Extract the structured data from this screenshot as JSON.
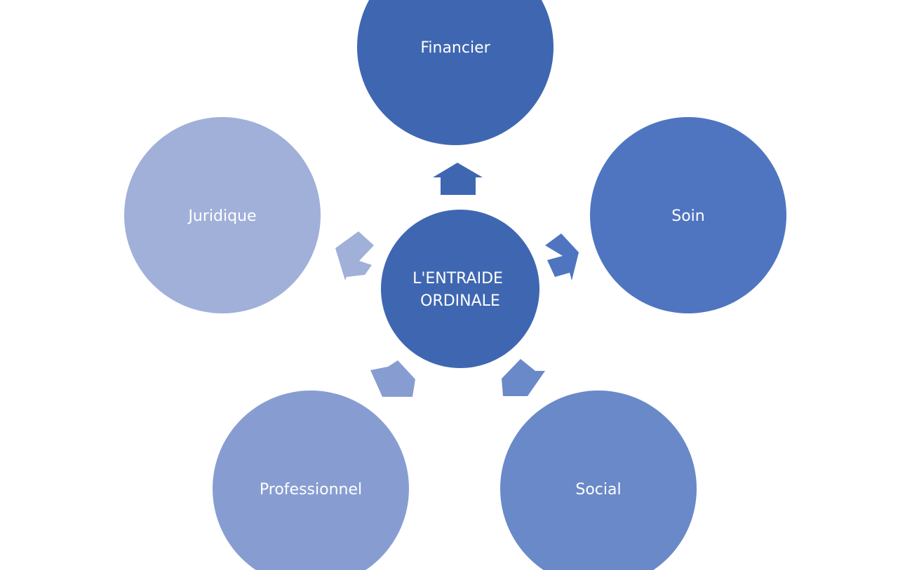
{
  "center": {
    "lines": [
      "L'ENTRAIDE",
      "ORDINALE"
    ],
    "color": "#3F67B1"
  },
  "nodes": [
    {
      "label": "Financier",
      "color": "#3F67B1"
    },
    {
      "label": "Soin",
      "color": "#4F75C0"
    },
    {
      "label": "Social",
      "color": "#6A89C8"
    },
    {
      "label": "Professionnel",
      "color": "#879DD2"
    },
    {
      "label": "Juridique",
      "color": "#A0B0D9"
    }
  ]
}
